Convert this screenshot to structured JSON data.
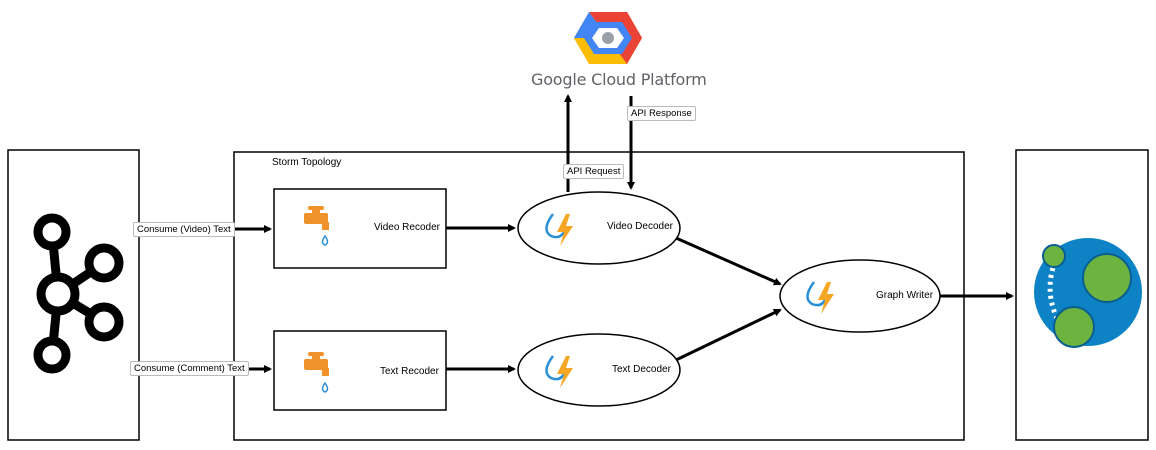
{
  "gcp": {
    "label": "Google Cloud Platform",
    "icon": "google-cloud-hexagon-icon"
  },
  "topology": {
    "title": "Storm Topology"
  },
  "sources": {
    "kafka_icon": "kafka-icon"
  },
  "sinks": {
    "neo4j_icon": "neo4j-icon"
  },
  "nodes": {
    "video_recoder": "Video Recoder",
    "text_recoder": "Text Recoder",
    "video_decoder": "Video Decoder",
    "text_decoder": "Text Decoder",
    "graph_writer": "Graph Writer"
  },
  "edges": {
    "consume_video": "Consume (Video) Text",
    "consume_comment": "Consume (Comment) Text",
    "api_request": "API Request",
    "api_response": "API Response"
  },
  "colors": {
    "spout_orange": "#f0922b",
    "bolt_blue": "#2a8fd6",
    "bolt_orange": "#f5a623",
    "gcp_blue": "#4285f4",
    "gcp_red": "#ea4335",
    "gcp_yellow": "#fbbc05",
    "neo4j_blue": "#0d83c6",
    "neo4j_green": "#6cb33f"
  }
}
